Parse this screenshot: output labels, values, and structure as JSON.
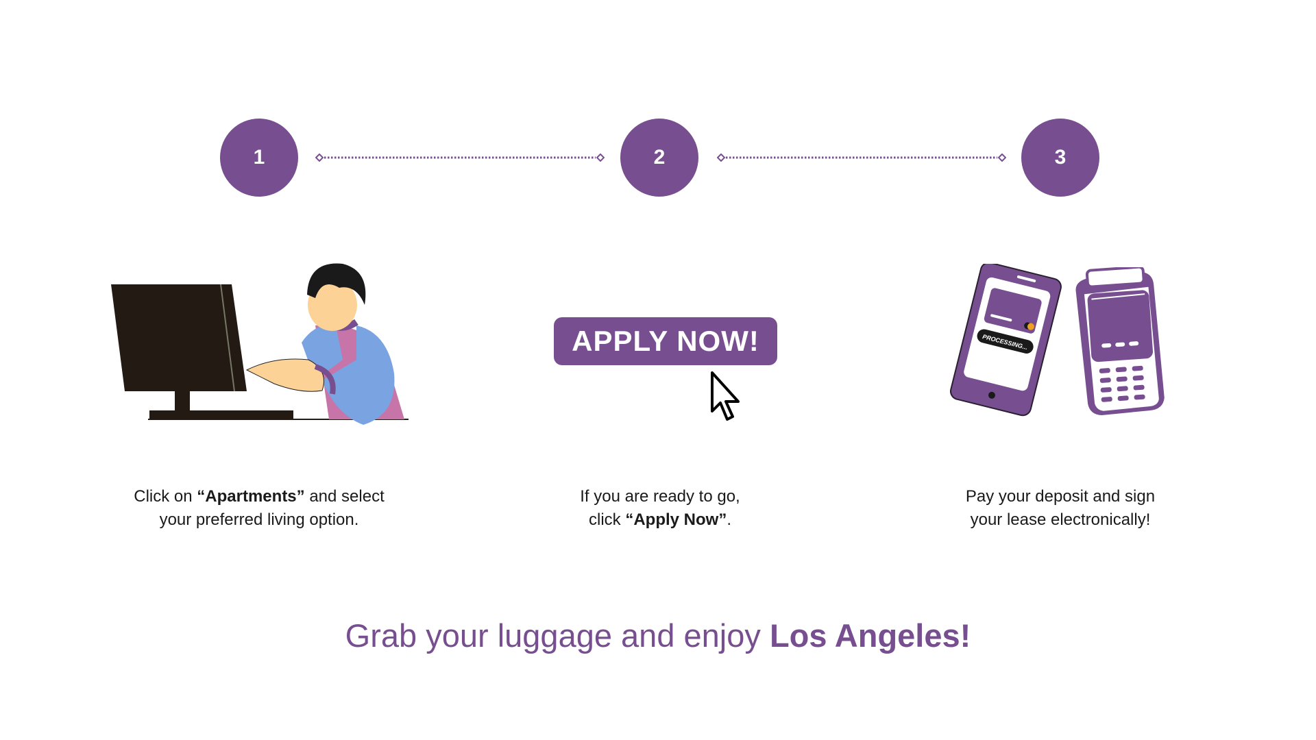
{
  "accent_color": "#774f90",
  "steps": [
    {
      "number": "1",
      "caption_pre": "Click on ",
      "caption_bold": "“Apartments”",
      "caption_post": " and select",
      "caption_line2": "your preferred living option."
    },
    {
      "number": "2",
      "caption_line1": "If you are ready to go,",
      "caption_pre": "click ",
      "caption_bold": "“Apply Now”",
      "caption_post": "."
    },
    {
      "number": "3",
      "caption_line1": "Pay your deposit and sign",
      "caption_line2": "your lease electronically!"
    }
  ],
  "apply_button": {
    "label": "APPLY NOW!"
  },
  "phone_screen": {
    "status": "PROCESSING..."
  },
  "tagline": {
    "regular": "Grab your luggage and enjoy ",
    "bold": "Los Angeles!"
  },
  "icons": [
    "person-at-computer-illustration",
    "mouse-cursor-icon",
    "smartphone-icon",
    "card-terminal-icon"
  ]
}
